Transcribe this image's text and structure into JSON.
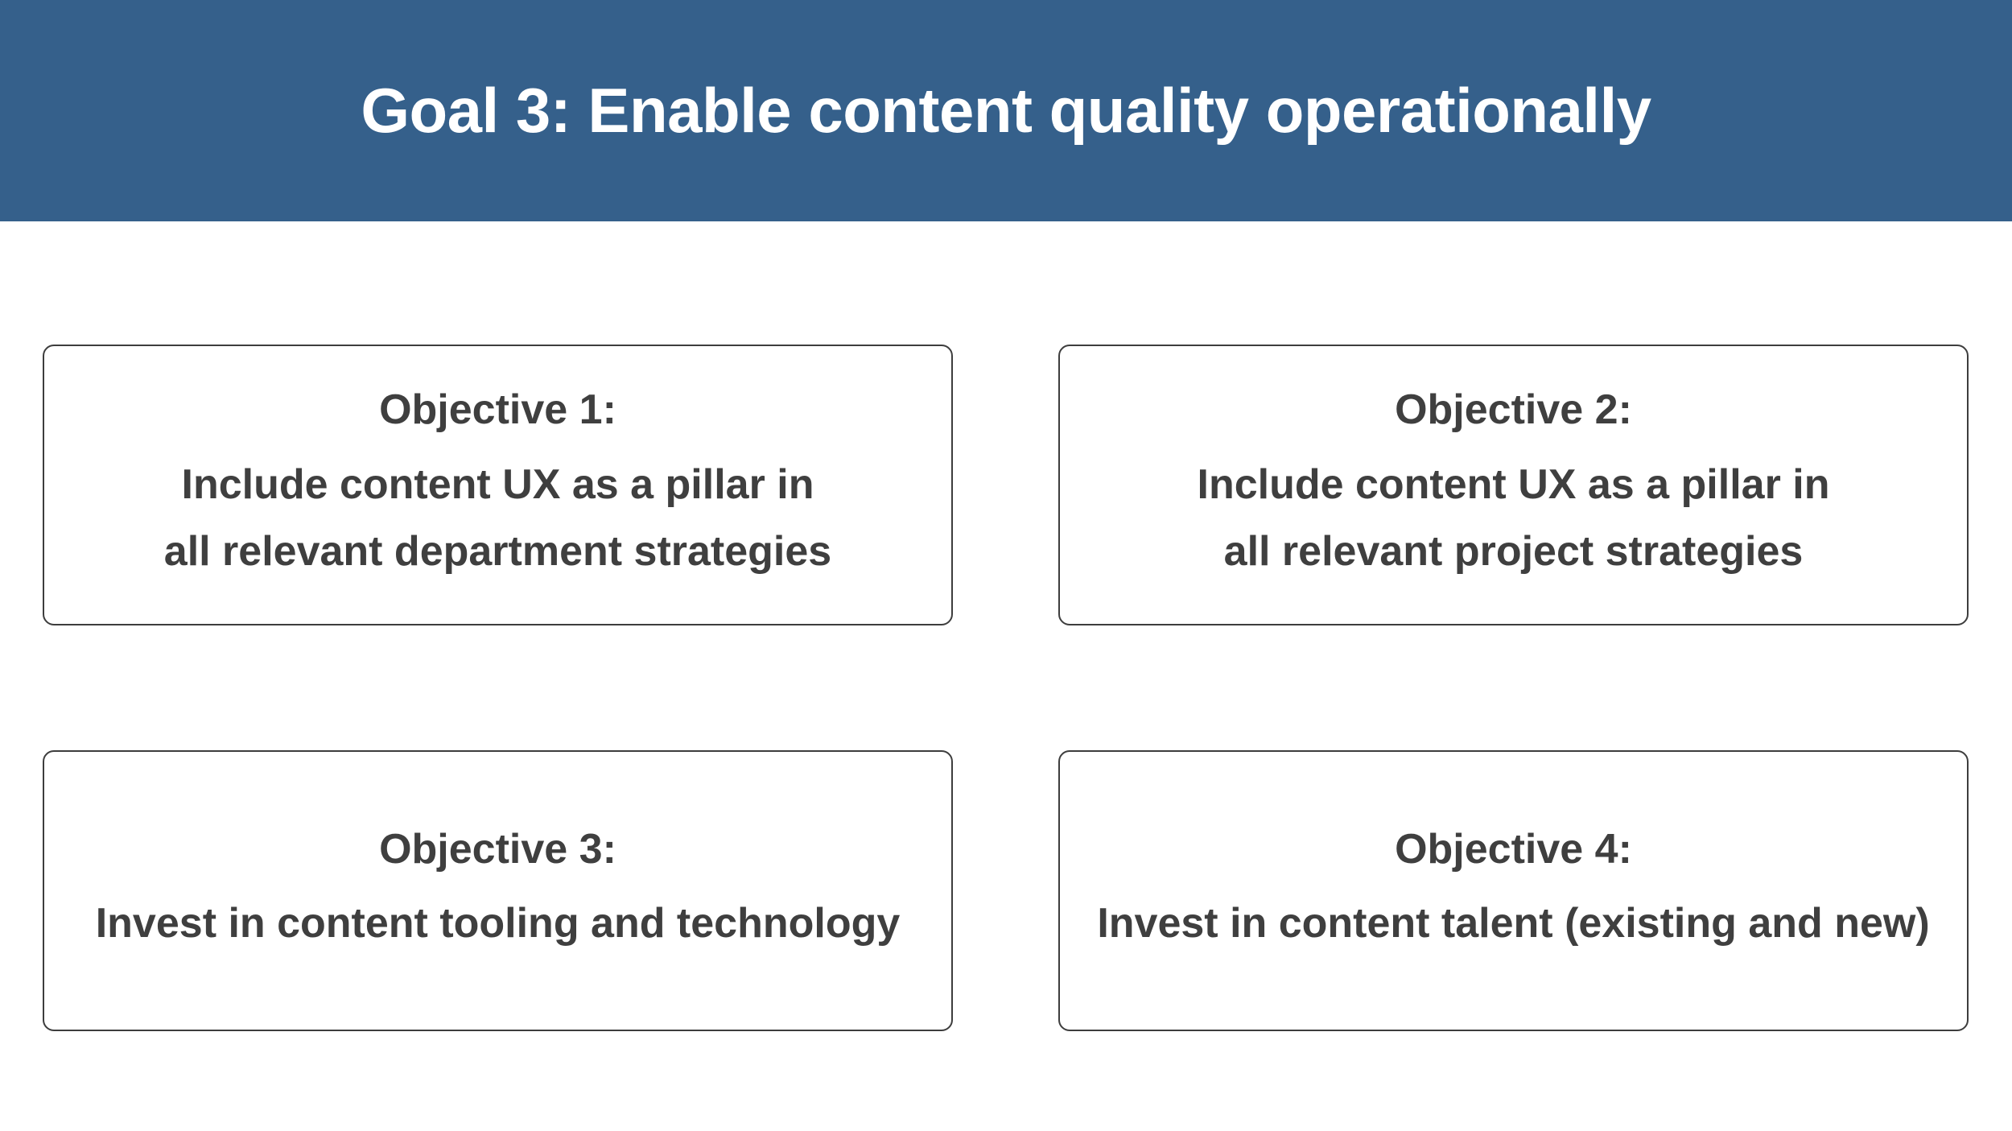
{
  "header": {
    "title": "Goal 3: Enable content quality operationally",
    "background_color": "#35608b"
  },
  "objectives": [
    {
      "title": "Objective 1:",
      "lines": [
        "Include content UX as a pillar in",
        "all relevant department strategies"
      ]
    },
    {
      "title": "Objective 2:",
      "lines": [
        "Include content UX as a pillar in",
        "all relevant project strategies"
      ]
    },
    {
      "title": "Objective 3:",
      "lines": [
        "Invest in content tooling and technology"
      ]
    },
    {
      "title": "Objective 4:",
      "lines": [
        "Invest in content talent (existing and new)"
      ]
    }
  ]
}
